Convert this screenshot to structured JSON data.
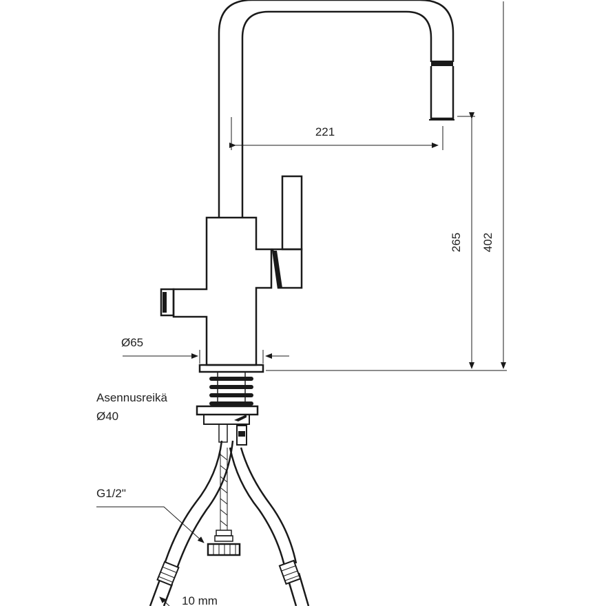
{
  "dimensions": {
    "spout_reach": "221",
    "spout_height": "265",
    "total_height": "402",
    "base_diameter": "Ø65"
  },
  "labels": {
    "mounting_hole_title": "Asennusreikä",
    "mounting_hole_diameter": "Ø40",
    "connection_thread": "G1/2\"",
    "hose_size": "10 mm"
  },
  "colors": {
    "line": "#1a1a1a",
    "text": "#222222",
    "background": "#ffffff"
  }
}
